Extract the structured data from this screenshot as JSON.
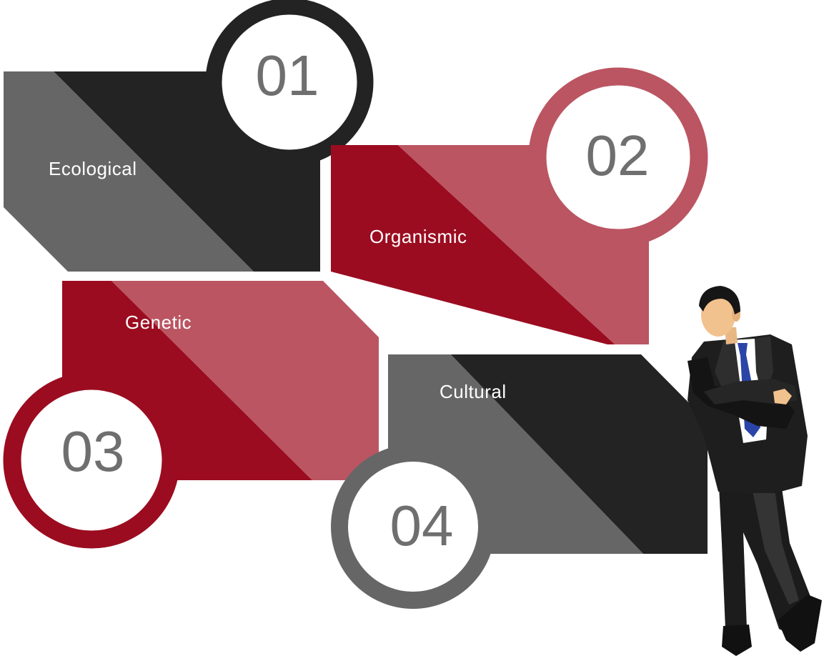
{
  "colors": {
    "dark": "#232323",
    "gray": "#666666",
    "crimson": "#9b0c20",
    "rose": "#bb5562",
    "number": "#6f6f6f",
    "background": "#ffffff"
  },
  "steps": [
    {
      "number": "01",
      "label": "Ecological"
    },
    {
      "number": "02",
      "label": "Organismic"
    },
    {
      "number": "03",
      "label": "Genetic"
    },
    {
      "number": "04",
      "label": "Cultural"
    }
  ],
  "figure": {
    "icon": "businessman-leaning-arms-crossed-icon"
  }
}
